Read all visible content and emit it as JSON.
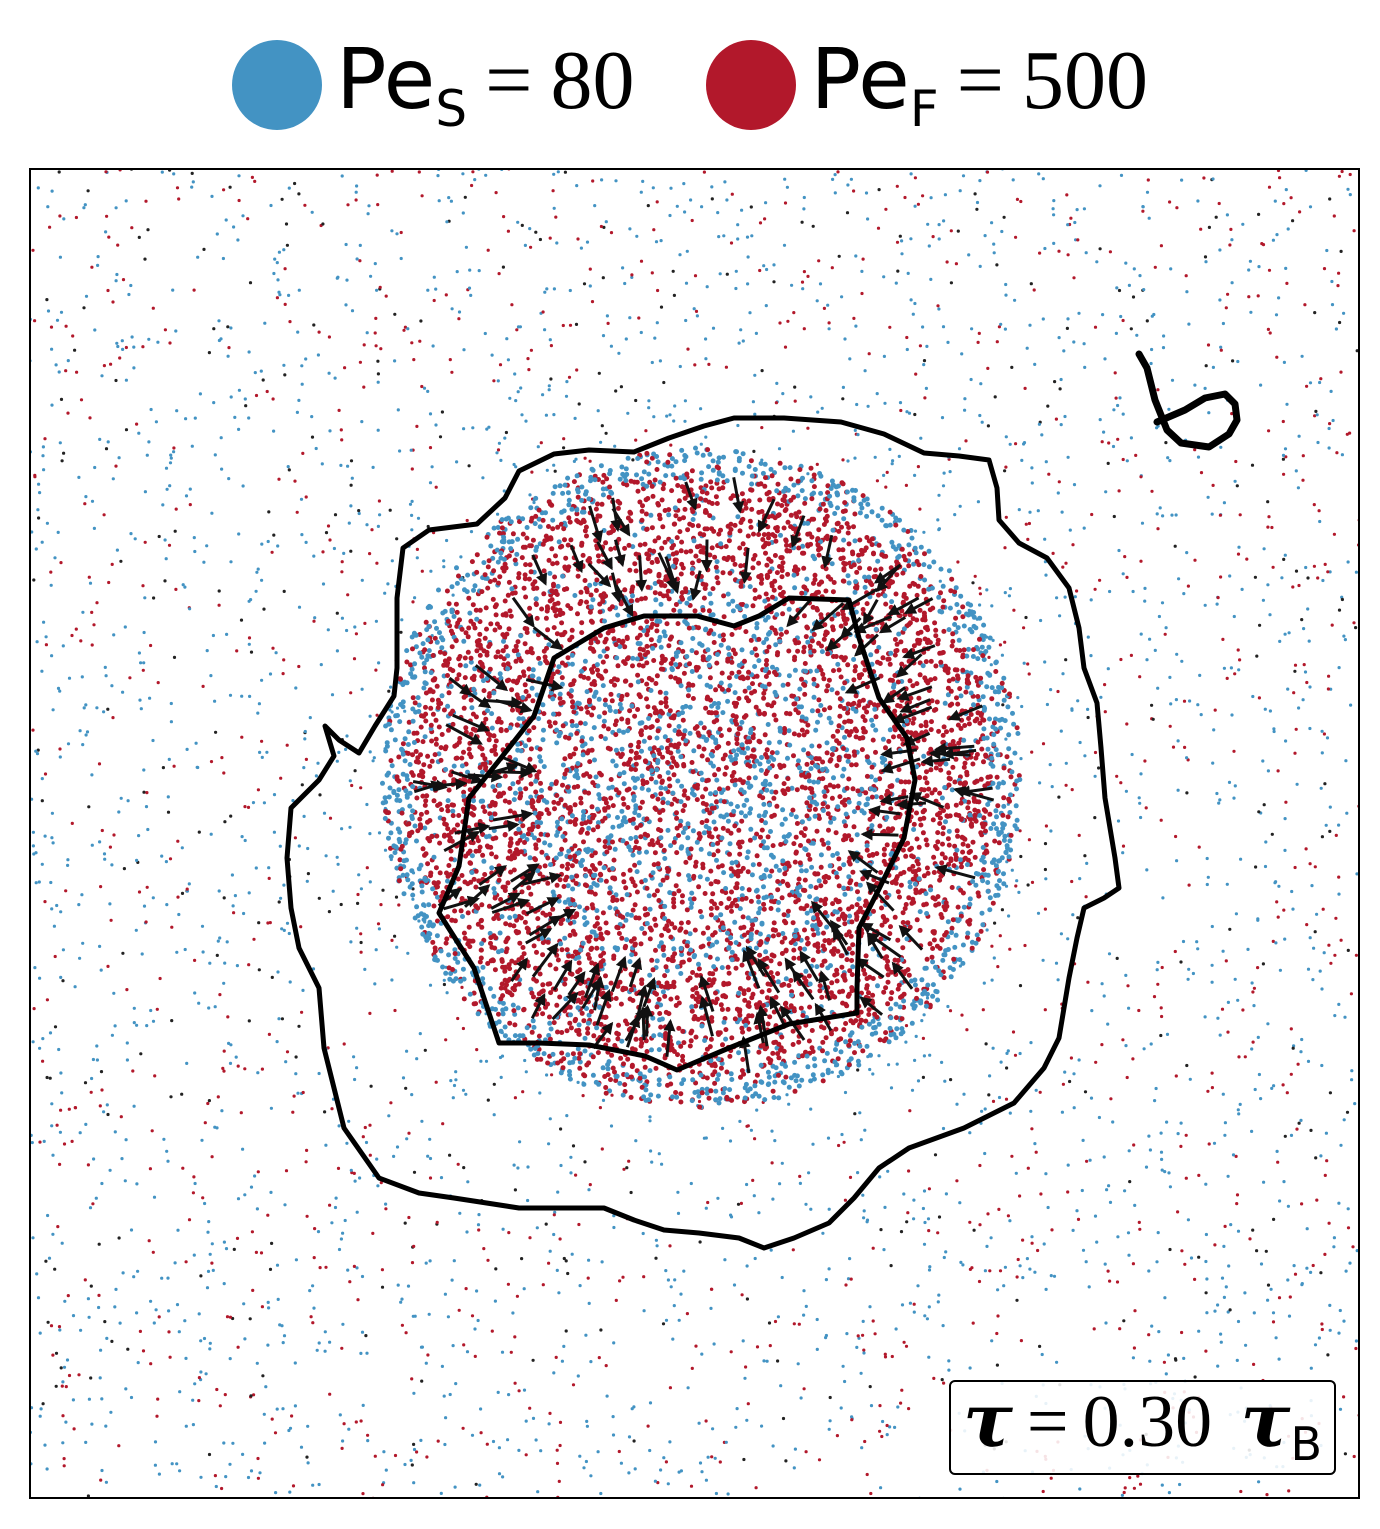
{
  "legend": [
    {
      "symbol": "Pe",
      "subscript": "S",
      "equals": "=",
      "value": "80",
      "color": "#4393c3"
    },
    {
      "symbol": "Pe",
      "subscript": "F",
      "equals": "=",
      "value": "500",
      "color": "#b2182b"
    }
  ],
  "time_label": {
    "tau": "τ",
    "equals": "=",
    "value": "0.30",
    "tau_unit": "τ",
    "unit_subscript": "B"
  },
  "chart_data": {
    "type": "scatter",
    "title": "",
    "xlabel": "",
    "ylabel": "",
    "axes_ticks": "none",
    "grid": false,
    "legend_position": "top",
    "series": [
      {
        "name": "Pe_S = 80",
        "color": "#4393c3",
        "role": "slow particles"
      },
      {
        "name": "Pe_F = 500",
        "color": "#b2182b",
        "role": "fast particles"
      }
    ],
    "annotations": [
      "black contour lines (inner and outer cluster boundary)",
      "black orientation arrows in the cluster shell",
      "handwritten mark 'b'"
    ],
    "time": "τ = 0.30 τ_B"
  }
}
